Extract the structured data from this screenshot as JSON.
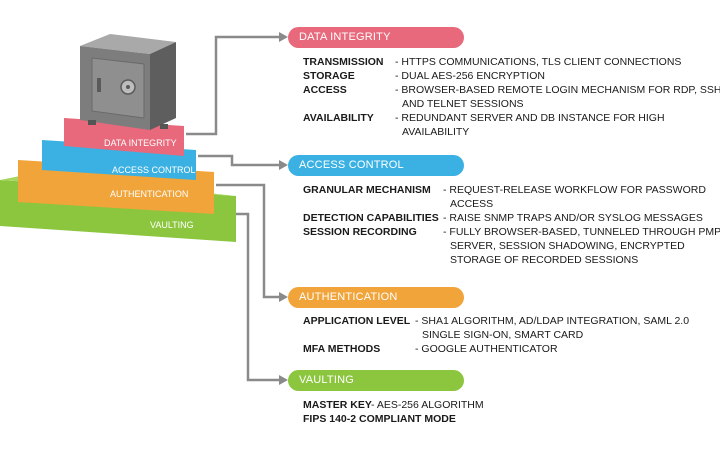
{
  "colors": {
    "data_integrity": "#e8697b",
    "access_control": "#3ab1e2",
    "authentication": "#f0a43a",
    "vaulting": "#8cc63f",
    "connector": "#8a8a8a",
    "safe": "#8c8c8c"
  },
  "pyramid": {
    "layers": [
      {
        "label": "DATA INTEGRITY"
      },
      {
        "label": "ACCESS CONTROL"
      },
      {
        "label": "AUTHENTICATION"
      },
      {
        "label": "VAULTING"
      }
    ]
  },
  "sections": [
    {
      "title": "DATA INTEGRITY",
      "rows": [
        {
          "key": "TRANSMISSION",
          "lines": [
            "- HTTPS COMMUNICATIONS, TLS CLIENT CONNECTIONS"
          ]
        },
        {
          "key": "STORAGE",
          "lines": [
            "- DUAL AES-256 ENCRYPTION"
          ]
        },
        {
          "key": "ACCESS",
          "lines": [
            "- BROWSER-BASED REMOTE LOGIN MECHANISM FOR RDP, SSH",
            "AND TELNET SESSIONS"
          ]
        },
        {
          "key": "AVAILABILITY",
          "lines": [
            "- REDUNDANT SERVER AND DB INSTANCE FOR HIGH",
            "AVAILABILITY"
          ]
        }
      ]
    },
    {
      "title": "ACCESS CONTROL",
      "rows": [
        {
          "key": "GRANULAR MECHANISM",
          "lines": [
            "- REQUEST-RELEASE WORKFLOW FOR PASSWORD",
            "ACCESS"
          ]
        },
        {
          "key": "DETECTION CAPABILITIES",
          "lines": [
            "- RAISE SNMP TRAPS AND/OR SYSLOG MESSAGES"
          ]
        },
        {
          "key": "SESSION RECORDING",
          "lines": [
            "- FULLY BROWSER-BASED, TUNNELED THROUGH PMP",
            "SERVER, SESSION SHADOWING, ENCRYPTED",
            "STORAGE OF RECORDED SESSIONS"
          ]
        }
      ]
    },
    {
      "title": "AUTHENTICATION",
      "rows": [
        {
          "key": "APPLICATION LEVEL",
          "lines": [
            "- SHA1 ALGORITHM, AD/LDAP INTEGRATION, SAML 2.0",
            "SINGLE SIGN-ON, SMART CARD"
          ]
        },
        {
          "key": "MFA METHODS",
          "lines": [
            "- GOOGLE AUTHENTICATOR"
          ]
        }
      ]
    },
    {
      "title": "VAULTING",
      "rows": [
        {
          "key": "MASTER KEY",
          "lines": [
            "- AES-256 ALGORITHM"
          ]
        },
        {
          "key": "FIPS 140-2 COMPLIANT MODE",
          "lines": []
        }
      ]
    }
  ]
}
